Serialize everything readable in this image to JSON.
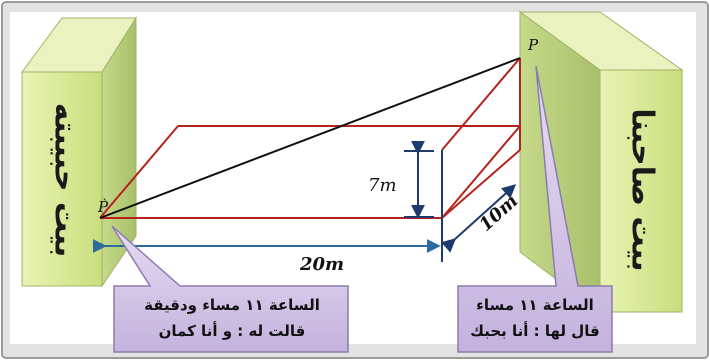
{
  "diagram": {
    "left_building_label": "بيت حبيبته",
    "right_building_label": "بيت صاحبنا",
    "point_left": "P̀",
    "point_right": "P",
    "height_label": "7m",
    "length_label": "20m",
    "depth_label": "10m",
    "left_callout": {
      "line1": "الساعة ١١ مساء ودقيقة",
      "line2": "قالت له : و أنا كمان"
    },
    "right_callout": {
      "line1": "الساعة ١١ مساء",
      "line2": "قال لها : أنا بحبك"
    }
  }
}
